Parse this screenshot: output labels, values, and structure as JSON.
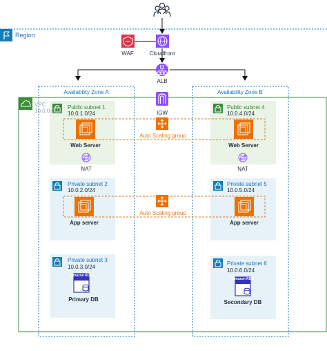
{
  "labels": {
    "region": "Region",
    "waf": "WAF",
    "cloudfront": "Cloudfront",
    "alb": "ALB",
    "igw": "IGW",
    "vpc": "VPC",
    "vpc_cidr": "10.0.0.0/16",
    "az_a": "Availability Zone A",
    "az_b": "Availability Zone B",
    "asg_top": "Auto Scaling group",
    "asg_bottom": "Auto Scaling group",
    "nat_a": "NAT",
    "nat_b": "NAT",
    "web_a": "Web Server",
    "web_b": "Web Server",
    "app_a": "App server",
    "app_b": "App server",
    "db_a": "Primary DB",
    "db_b": "Secondary DB",
    "rds_text": "Amazon RDS"
  },
  "subnets": {
    "pub1": {
      "name": "Public subnet 1",
      "cidr": "10.0.1.0/24"
    },
    "pub4": {
      "name": "Public subnet 4",
      "cidr": "10.0.4.0/24"
    },
    "priv2": {
      "name": "Private subnet 2",
      "cidr": "10.0.2.0/24"
    },
    "priv5": {
      "name": "Private subnet 5",
      "cidr": "10.0.5.0/24"
    },
    "priv3": {
      "name": "Private  subnet 3",
      "cidr": "10.0.3.0/24"
    },
    "priv6": {
      "name": "Private  subnet 6",
      "cidr": "10.0.6.0/24"
    }
  },
  "colors": {
    "region": "#147eba",
    "vpc": "#3c8d3c",
    "az": "#147eba",
    "public_subnet_bg": "#e9f3e6",
    "private_subnet_bg": "#e6f2f8",
    "asg": "#e07b1f",
    "ec2": "#ed7100",
    "waf": "#dd344c",
    "cloudfront": "#8c4fff",
    "alb": "#8c4fff",
    "rds": "#3334b9"
  },
  "icons": {
    "users": "users-icon",
    "region": "region-flag-icon",
    "vpc": "vpc-cloud-icon",
    "subnet": "lock-icon",
    "waf": "waf-firewall-icon",
    "cloudfront": "cloudfront-globe-icon",
    "alb": "load-balancer-icon",
    "igw": "internet-gateway-icon",
    "asg": "auto-scaling-icon",
    "ec2": "ec2-instances-icon",
    "nat": "nat-gateway-icon",
    "rds": "rds-database-icon"
  }
}
